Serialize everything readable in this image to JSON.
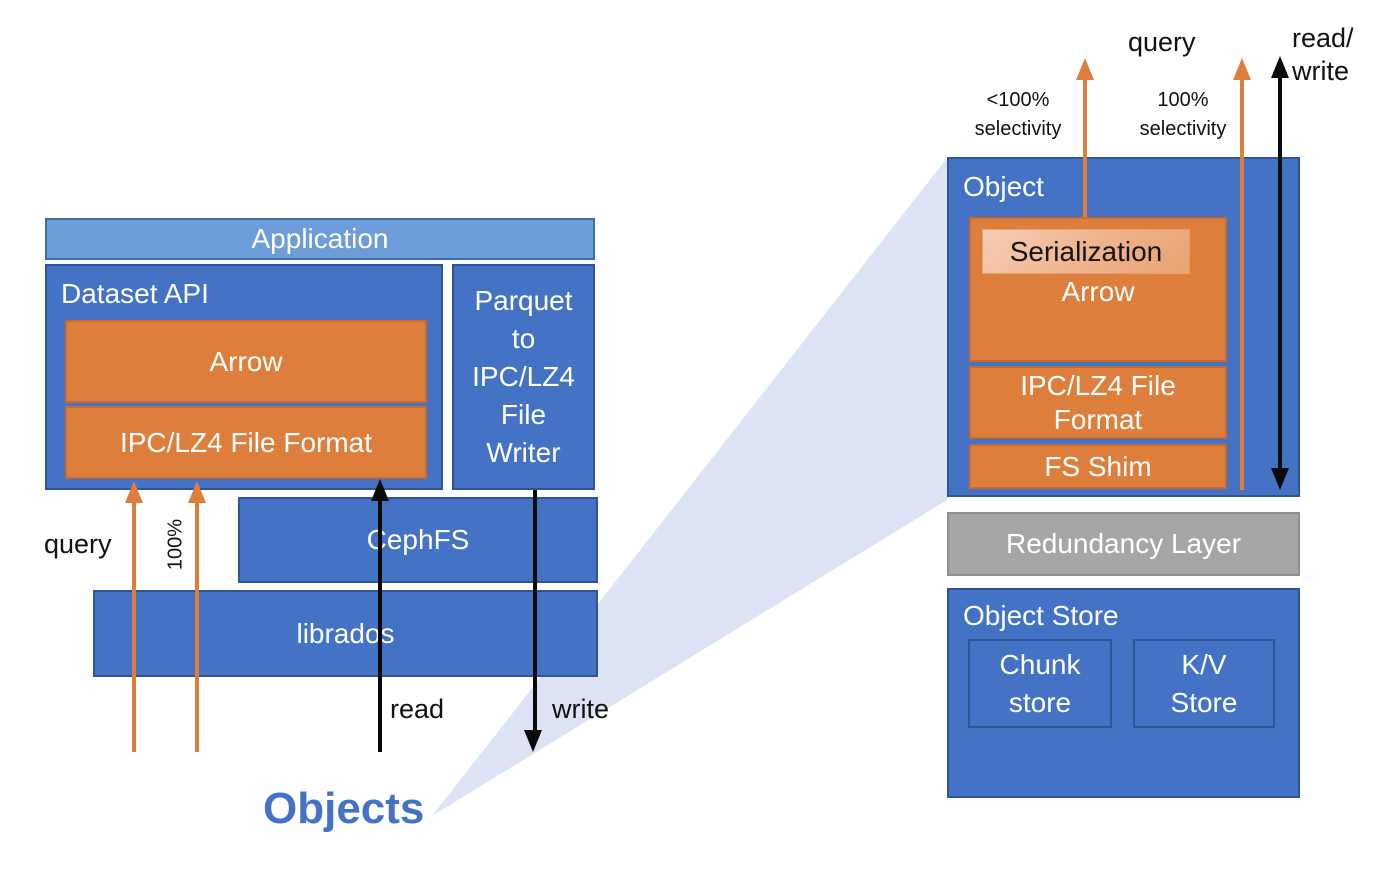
{
  "diagram": {
    "left": {
      "application": "Application",
      "dataset_api": "Dataset API",
      "arrow_box": "Arrow",
      "ipc_box": "IPC/LZ4 File Format",
      "parquet_lines": [
        "Parquet",
        "to",
        "IPC/LZ4",
        "File",
        "Writer"
      ],
      "cephfs": "CephFS",
      "librados": "librados",
      "query_label": "query",
      "pct_label": "100%",
      "read_label": "read",
      "write_label": "write",
      "objects_label": "Objects"
    },
    "right": {
      "query_label": "query",
      "readwrite_line1": "read/",
      "readwrite_line2": "write",
      "lt_sel_line1": "<100%",
      "lt_sel_line2": "selectivity",
      "full_sel_line1": "100%",
      "full_sel_line2": "selectivity",
      "object": "Object",
      "serialization": "Serialization",
      "arrow_label": "Arrow",
      "ipc_line1": "IPC/LZ4 File",
      "ipc_line2": "Format",
      "fs_shim": "FS Shim",
      "redundancy": "Redundancy Layer",
      "object_store": "Object Store",
      "chunk_line1": "Chunk",
      "chunk_line2": "store",
      "kv_line1": "K/V",
      "kv_line2": "Store"
    },
    "colors": {
      "blue": "#4472C4",
      "light_blue": "#6D9DD8",
      "orange": "#DE7E3C",
      "gray": "#A6A6A6",
      "cone": "#DCE3F4",
      "objects_text": "#4472C4",
      "arrow_black": "#0A0A0A"
    }
  }
}
